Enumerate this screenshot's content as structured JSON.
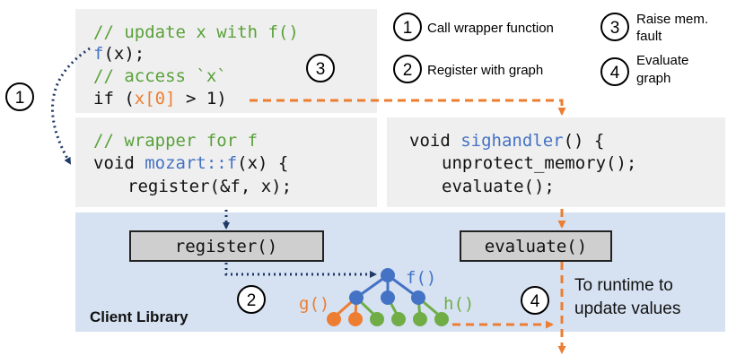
{
  "colors": {
    "panel_gray": "#efefef",
    "client_bg": "#d6e2f2",
    "box_fill": "#cfcfcf",
    "comment_green": "#59a13a",
    "call_blue": "#4472c4",
    "accent_orange": "#ed7d31",
    "node_green": "#70ad47",
    "dark_navy": "#1f3864",
    "text_black": "#111111"
  },
  "legend": [
    {
      "num": "1",
      "text": "Call wrapper function"
    },
    {
      "num": "2",
      "text": "Register with graph"
    },
    {
      "num": "3",
      "text_lines": [
        "Raise mem.",
        "fault"
      ]
    },
    {
      "num": "4",
      "text_lines": [
        "Evaluate",
        "graph"
      ]
    }
  ],
  "code_user": {
    "line1": "// update x with f()",
    "line2_fn": "f",
    "line2_rest": "(x);",
    "line3": "// access `x`",
    "line4_pre": "if (",
    "line4_expr": "x[0]",
    "line4_post": " > 1)"
  },
  "code_wrapper": {
    "line1": "// wrapper for f",
    "line2_pre": "void ",
    "line2_fn": "mozart::f",
    "line2_post": "(x) {",
    "line3": "register(&f, x);"
  },
  "code_handler": {
    "line1_pre": "void ",
    "line1_fn": "sighandler",
    "line1_post": "() {",
    "line2": "unprotect_memory();",
    "line3": "evaluate();"
  },
  "client_library": {
    "label": "Client Library",
    "register_box": "register()",
    "evaluate_box": "evaluate()",
    "runtime_note_lines": [
      "To runtime to",
      "update values"
    ]
  },
  "graph": {
    "label_f": "f()",
    "label_g": "g()",
    "label_h": "h()"
  },
  "step_markers": {
    "step1": "1",
    "step2": "2",
    "step3": "3",
    "step4": "4"
  }
}
